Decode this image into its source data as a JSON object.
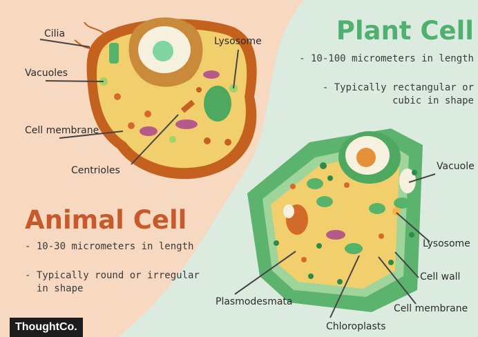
{
  "colors": {
    "animal_bg": "#f6d9c0",
    "plant_bg": "#dcebe0",
    "animal_title": "#c75a2a",
    "plant_title": "#4fb070",
    "animal_cell_outer": "#c4611f",
    "plant_cell_wall": "#5cb36e",
    "cytoplasm": "#f1cf6d"
  },
  "plant": {
    "title": "Plant Cell",
    "facts": [
      "- 10-100 micrometers in length",
      "- Typically rectangular or",
      "cubic in shape"
    ],
    "labels": {
      "vacuole": "Vacuole",
      "lysosome": "Lysosome",
      "cell_wall": "Cell wall",
      "cell_membrane": "Cell membrane",
      "chloroplasts": "Chloroplasts",
      "plasmodesmata": "Plasmodesmata"
    }
  },
  "animal": {
    "title": "Animal Cell",
    "facts": [
      "- 10-30 micrometers in length",
      "- Typically round or irregular",
      "in shape"
    ],
    "labels": {
      "cilia": "Cilia",
      "lysosome": "Lysosome",
      "vacuoles": "Vacuoles",
      "cell_membrane": "Cell membrane",
      "centrioles": "Centrioles"
    }
  },
  "brand": {
    "name": "ThoughtCo."
  }
}
